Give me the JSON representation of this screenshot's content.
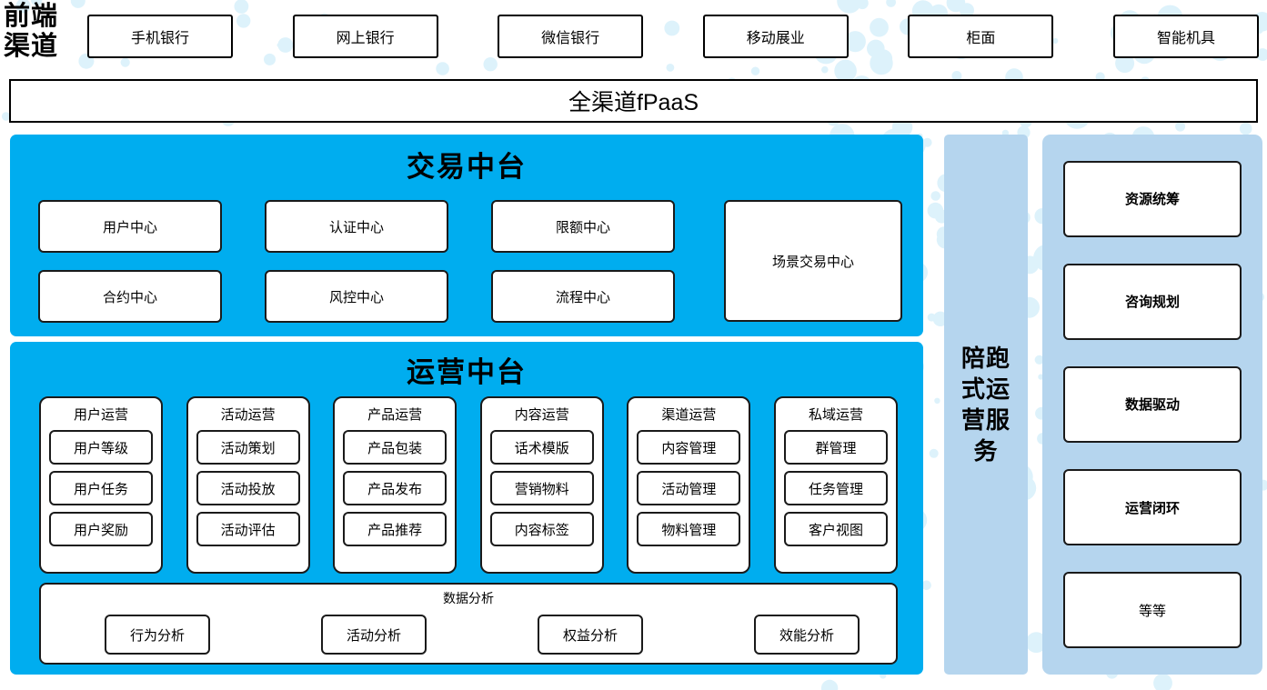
{
  "frontend": {
    "label": "前端\n渠道",
    "channels": [
      {
        "name": "mobile-bank",
        "label": "手机银行"
      },
      {
        "name": "online-bank",
        "label": "网上银行"
      },
      {
        "name": "wechat-bank",
        "label": "微信银行"
      },
      {
        "name": "mobile-field",
        "label": "移动展业"
      },
      {
        "name": "counter",
        "label": "柜面"
      },
      {
        "name": "smart-machine",
        "label": "智能机具"
      }
    ]
  },
  "fpaas": {
    "label": "全渠道fPaaS"
  },
  "trade_platform": {
    "title": "交易中台",
    "centers": [
      {
        "name": "user-center",
        "label": "用户中心"
      },
      {
        "name": "auth-center",
        "label": "认证中心"
      },
      {
        "name": "limit-center",
        "label": "限额中心"
      },
      {
        "name": "contract-center",
        "label": "合约中心"
      },
      {
        "name": "risk-center",
        "label": "风控中心"
      },
      {
        "name": "process-center",
        "label": "流程中心"
      }
    ],
    "scene_center": {
      "name": "scene-trade-center",
      "label": "场景交易中心"
    }
  },
  "operation_platform": {
    "title": "运营中台",
    "columns": [
      {
        "name": "user-operation",
        "title": "用户运营",
        "items": [
          "用户等级",
          "用户任务",
          "用户奖励"
        ]
      },
      {
        "name": "activity-operation",
        "title": "活动运营",
        "items": [
          "活动策划",
          "活动投放",
          "活动评估"
        ]
      },
      {
        "name": "product-operation",
        "title": "产品运营",
        "items": [
          "产品包装",
          "产品发布",
          "产品推荐"
        ]
      },
      {
        "name": "content-operation",
        "title": "内容运营",
        "items": [
          "话术模版",
          "营销物料",
          "内容标签"
        ]
      },
      {
        "name": "channel-operation",
        "title": "渠道运营",
        "items": [
          "内容管理",
          "活动管理",
          "物料管理"
        ]
      },
      {
        "name": "private-domain-operation",
        "title": "私域运营",
        "items": [
          "群管理",
          "任务管理",
          "客户视图"
        ]
      }
    ],
    "data_analysis": {
      "title": "数据分析",
      "items": [
        {
          "name": "behavior-analysis",
          "label": "行为分析"
        },
        {
          "name": "activity-analysis",
          "label": "活动分析"
        },
        {
          "name": "equity-analysis",
          "label": "权益分析"
        },
        {
          "name": "efficiency-analysis",
          "label": "效能分析"
        }
      ]
    }
  },
  "service_panel": {
    "label": "陪跑式运营服务"
  },
  "capability_panel": {
    "items": [
      {
        "name": "resource-coordination",
        "label": "资源统筹",
        "bold": true
      },
      {
        "name": "consulting-planning",
        "label": "咨询规划",
        "bold": true
      },
      {
        "name": "data-driven",
        "label": "数据驱动",
        "bold": true
      },
      {
        "name": "operation-closed-loop",
        "label": "运营闭环",
        "bold": true
      },
      {
        "name": "etcetera",
        "label": "等等",
        "bold": false
      }
    ]
  },
  "colors": {
    "cyan": "#00ADEF",
    "light_blue": "#B5D5EE",
    "dot": "#DDF2FB",
    "border": "#1a1a1a"
  }
}
